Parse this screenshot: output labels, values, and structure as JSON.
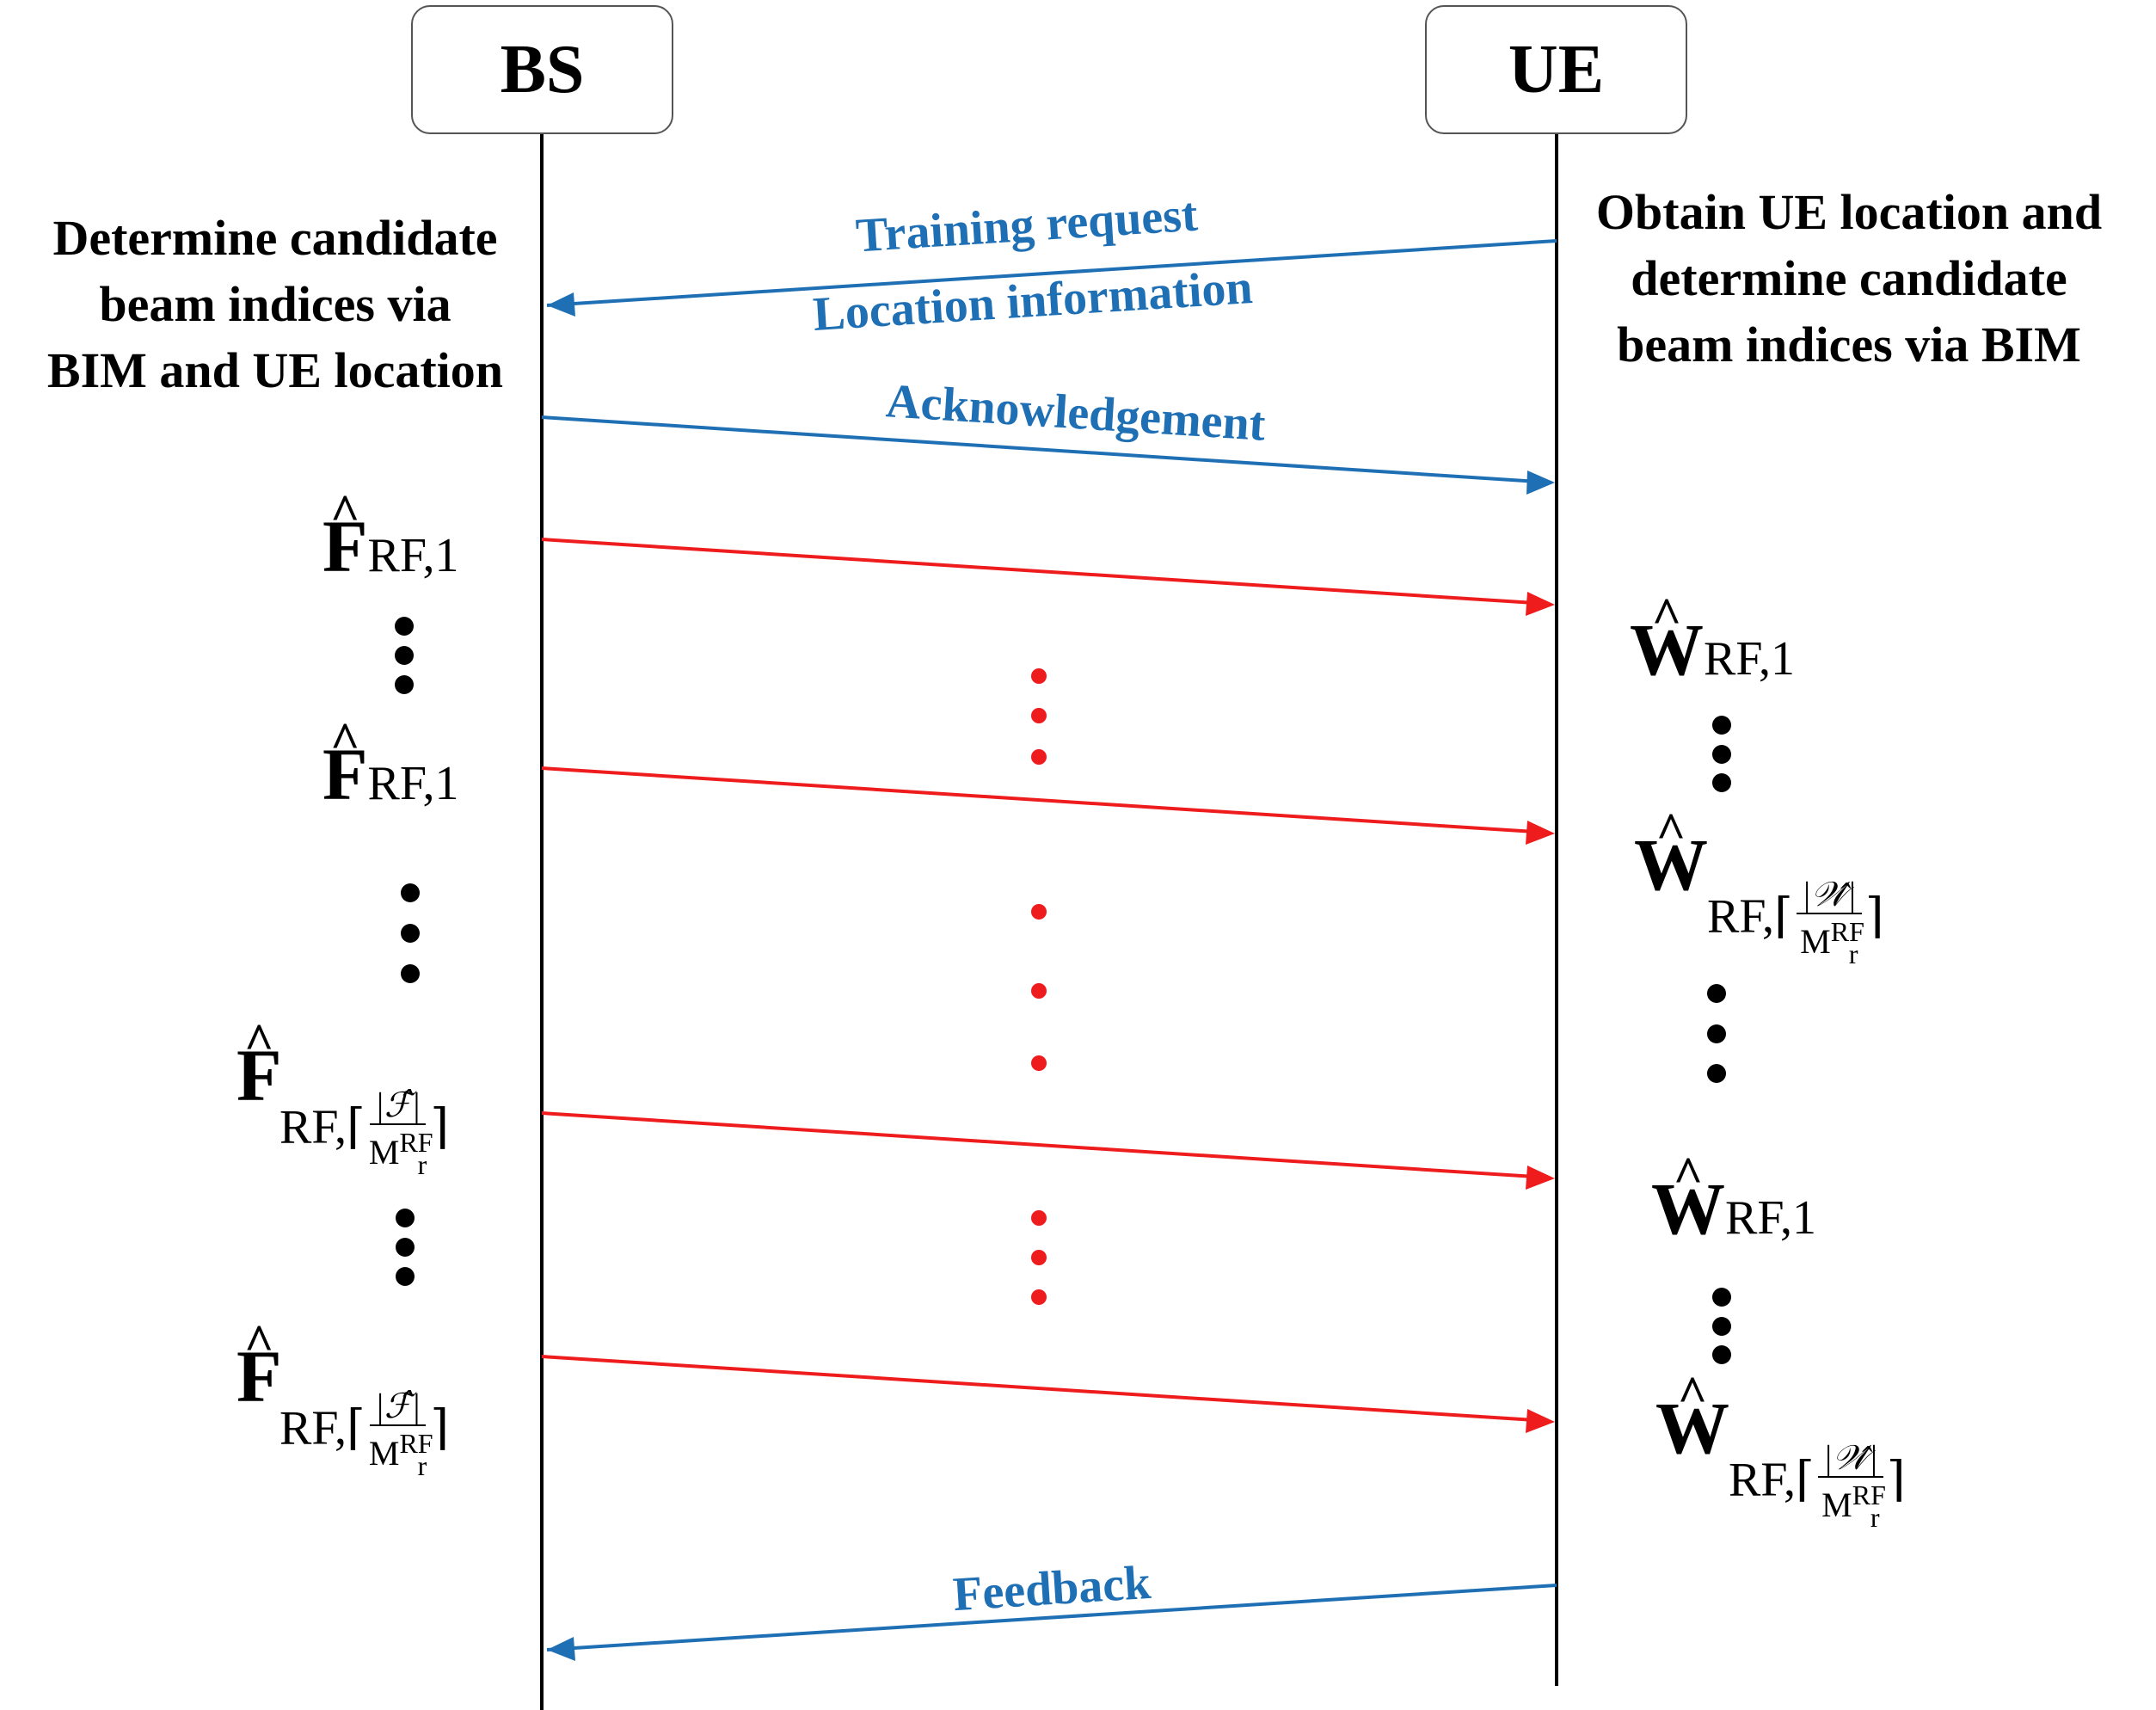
{
  "entities": {
    "bs": "BS",
    "ue": "UE"
  },
  "notes": {
    "bs": "Determine candidate\nbeam indices via\nBIM and UE location",
    "ue": "Obtain UE location and\ndetermine candidate\nbeam indices via BIM"
  },
  "messages": {
    "training_request": "Training request",
    "location_information": "Location information",
    "acknowledgement": "Acknowledgement",
    "feedback": "Feedback"
  },
  "symbols": {
    "f_base": "F",
    "w_base": "W",
    "hat": "^",
    "sub_rf1": "RF,1",
    "sub_rf": "RF,",
    "ceil_open": "⌈",
    "ceil_close": "⌉",
    "num_f": "|ℱ̂|",
    "num_w": "|𝒲̂|",
    "den_base": "M",
    "den_sup": "RF",
    "den_sub": "r"
  },
  "colors": {
    "lifeline": "#000000",
    "control": "#1f6fb5",
    "beam": "#ee1c1c",
    "ellipsis_left": "#000000",
    "ellipsis_mid": "#ee1c1c"
  }
}
